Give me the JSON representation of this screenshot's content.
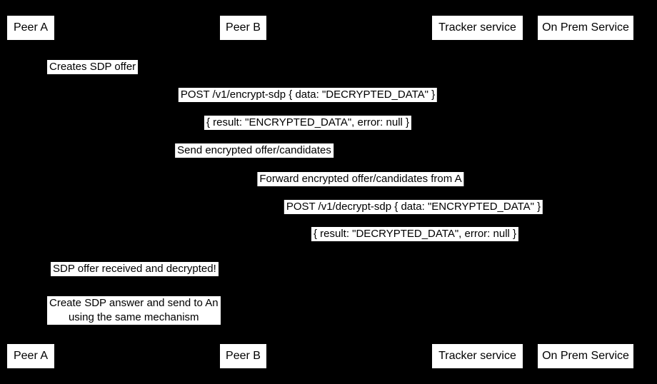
{
  "diagram": {
    "type": "sequence-diagram",
    "colors": {
      "background": "#000000",
      "box_fill": "#ffffff",
      "box_text": "#000000",
      "label_bg": "#ffffff",
      "label_text": "#000000"
    },
    "participants": [
      {
        "id": "peer-a",
        "label": "Peer A"
      },
      {
        "id": "peer-b",
        "label": "Peer B"
      },
      {
        "id": "tracker",
        "label": "Tracker service"
      },
      {
        "id": "onprem",
        "label": "On Prem Service"
      }
    ],
    "messages": [
      {
        "text": "Creates SDP offer"
      },
      {
        "text": "POST /v1/encrypt-sdp { data: \"DECRYPTED_DATA\" }"
      },
      {
        "text": "{ result: \"ENCRYPTED_DATA\", error: null }"
      },
      {
        "text": "Send encrypted offer/candidates"
      },
      {
        "text": "Forward encrypted offer/candidates from A"
      },
      {
        "text": "POST /v1/decrypt-sdp { data: \"ENCRYPTED_DATA\" }"
      },
      {
        "text": "{ result: \"DECRYPTED_DATA\", error: null }"
      },
      {
        "text": "SDP offer received and decrypted!"
      },
      {
        "lines": [
          "Create SDP answer and send to An",
          "using the same mechanism"
        ]
      }
    ]
  }
}
